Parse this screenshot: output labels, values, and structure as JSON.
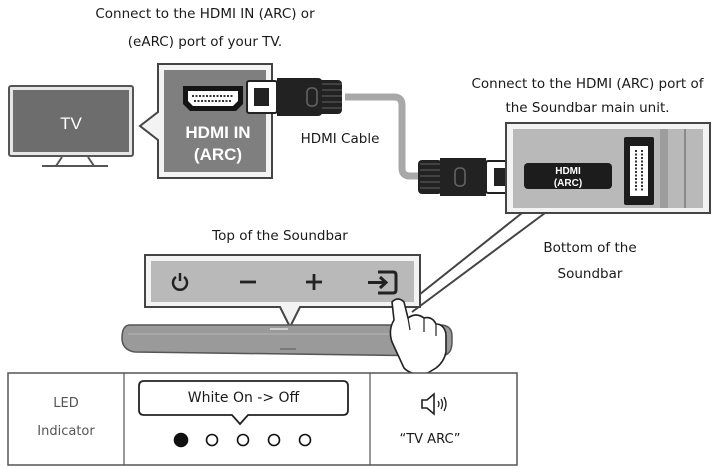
{
  "captions": {
    "tv_port_line1": "Connect to the HDMI IN (ARC) or",
    "tv_port_line2": "(eARC) port of your TV.",
    "soundbar_port_line1": "Connect to the HDMI (ARC) port of",
    "soundbar_port_line2": "the Soundbar main unit.",
    "cable": "HDMI Cable",
    "top_of_soundbar": "Top of the Soundbar",
    "bottom_line1": "Bottom of the",
    "bottom_line2": "Soundbar"
  },
  "tv": {
    "label": "TV"
  },
  "tv_port": {
    "line1": "HDMI IN",
    "line2": "(ARC)"
  },
  "soundbar_port": {
    "line1": "HDMI",
    "line2": "(ARC)"
  },
  "soundbar_buttons": [
    "power-icon",
    "minus-icon",
    "plus-icon",
    "source-input-icon"
  ],
  "led_table": {
    "label_line1": "LED",
    "label_line2": "Indicator",
    "bubble": "White On -> Off",
    "leds": [
      true,
      false,
      false,
      false,
      false
    ],
    "voice_prompt": "“TV ARC”",
    "speaker_icon": "speaker-sound-icon"
  },
  "colors": {
    "dark": "#222222",
    "grey_panel": "#b9b9b9",
    "light_panel": "#ececec",
    "cable_grey": "#a8a8a8"
  }
}
